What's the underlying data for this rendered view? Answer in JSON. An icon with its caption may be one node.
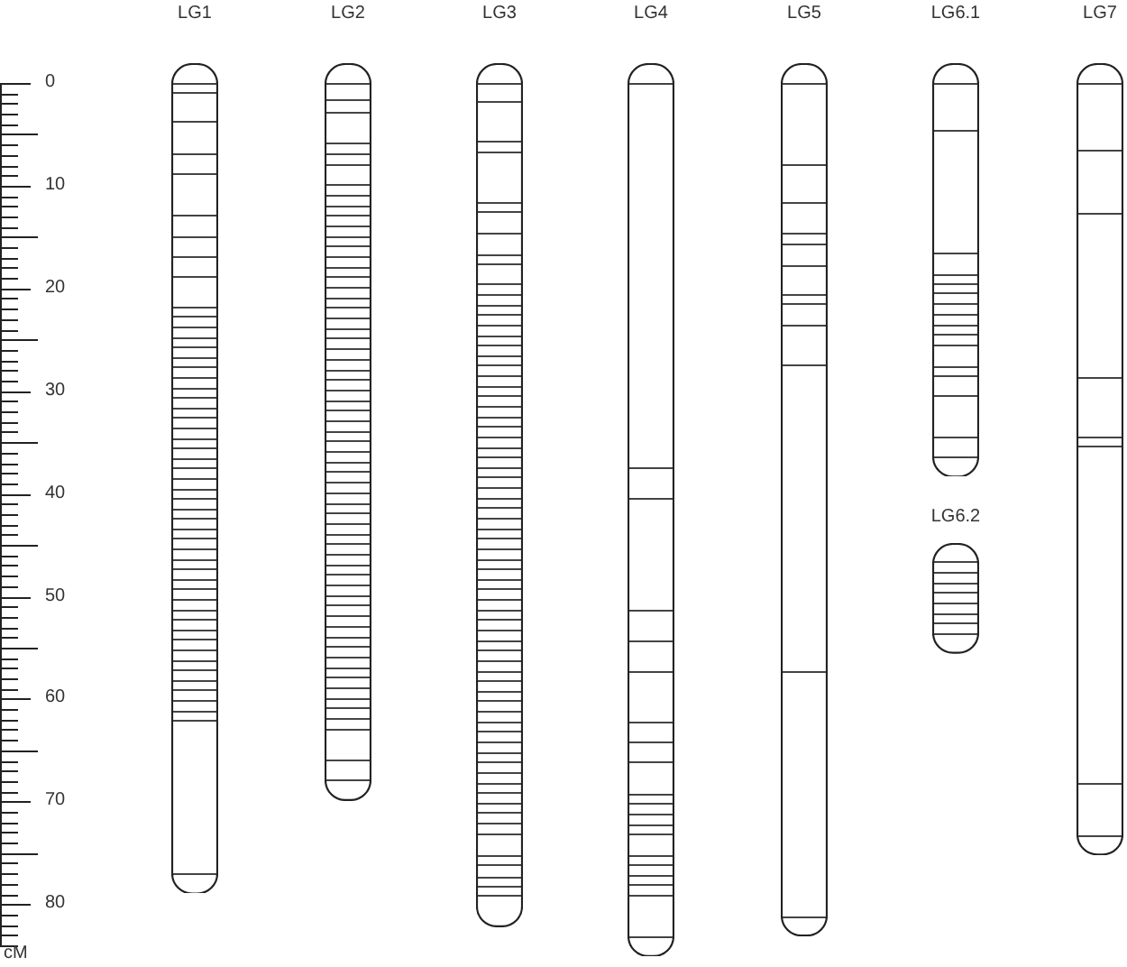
{
  "diagram": {
    "nodes": [
      {
        "text": [
          "LG1"
        ]
      },
      {
        "text": [
          "LG2"
        ]
      },
      {
        "text": [
          "LG3"
        ]
      },
      {
        "text": [
          "LG4"
        ]
      },
      {
        "text": [
          "LG5"
        ]
      },
      {
        "text": [
          "LG6.1"
        ]
      },
      {
        "text": [
          "LG6.2"
        ]
      },
      {
        "text": [
          "LG7"
        ]
      }
    ],
    "labels": [
      "0",
      "10",
      "20",
      "30",
      "40",
      "50",
      "60",
      "70",
      "80",
      "cM"
    ]
  }
}
